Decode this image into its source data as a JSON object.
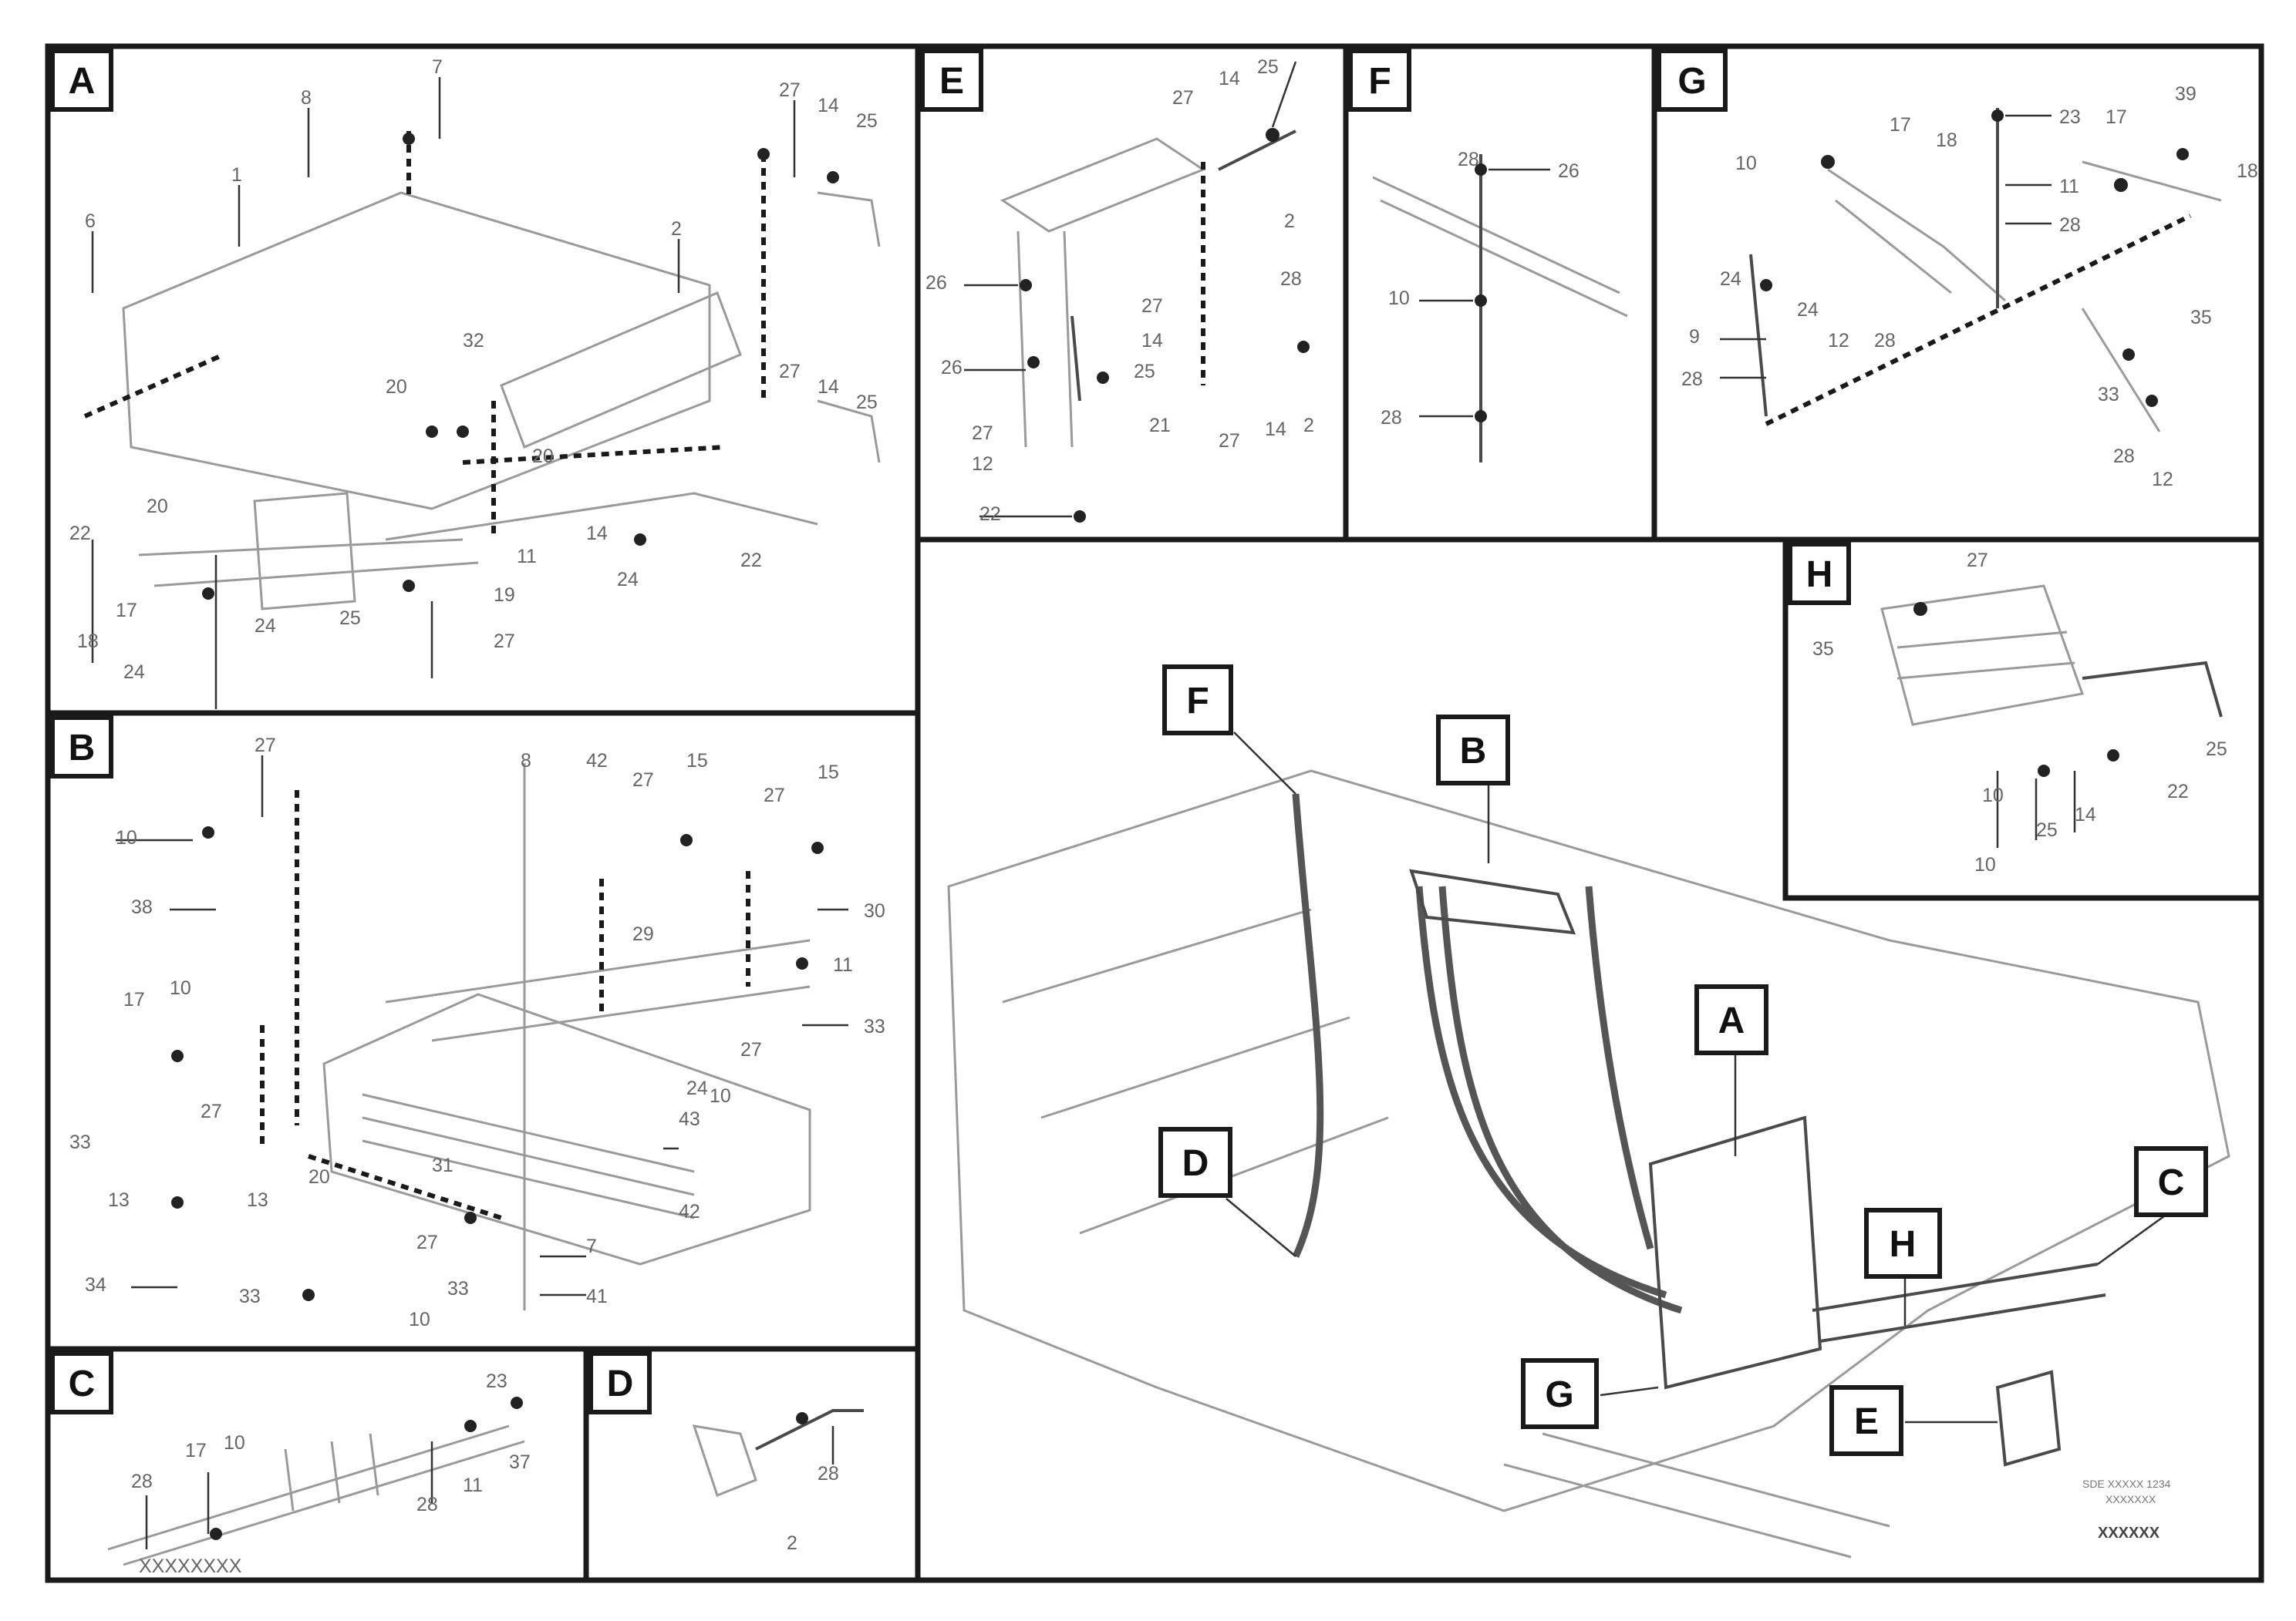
{
  "panels": [
    {
      "id": "A",
      "label": "A"
    },
    {
      "id": "B",
      "label": "B"
    },
    {
      "id": "C",
      "label": "C"
    },
    {
      "id": "D",
      "label": "D"
    },
    {
      "id": "E",
      "label": "E"
    },
    {
      "id": "F",
      "label": "F"
    },
    {
      "id": "G",
      "label": "G"
    },
    {
      "id": "H",
      "label": "H"
    }
  ],
  "overview_markers": [
    "F",
    "B",
    "A",
    "D",
    "C",
    "H",
    "G",
    "E"
  ],
  "footer": {
    "ref_line_1": "SDE XXXXX 1234",
    "ref_line_2": "XXXXXXX",
    "drawing_code": "XXXXXX"
  }
}
